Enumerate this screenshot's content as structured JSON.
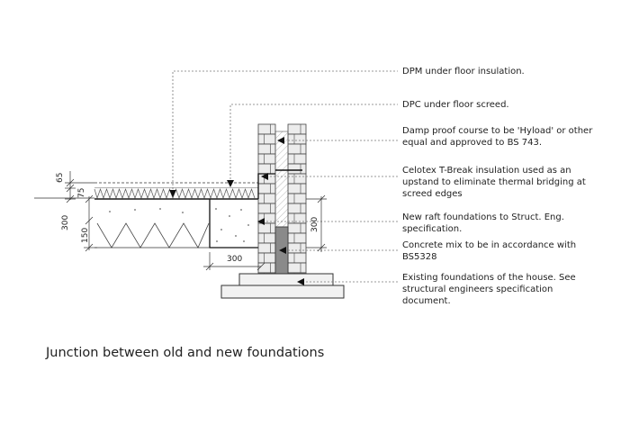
{
  "title": "Junction between old and new foundations",
  "notes": [
    "DPM under floor insulation.",
    "DPC under floor screed.",
    "Damp proof course to be 'Hyload' or other equal and approved to BS 743.",
    "Celotex T-Break insulation used as an upstand to eliminate thermal bridging at screed edges",
    "New raft foundations to Struct. Eng. specification.",
    "Concrete mix to be in accordance with BS5328",
    "Existing foundations of the house. See structural engineers specification document."
  ],
  "note_lines": [
    [
      "DPM under floor insulation."
    ],
    [
      "DPC under floor screed."
    ],
    [
      "Damp proof course to be 'Hyload' or other",
      "equal and approved to BS 743."
    ],
    [
      "Celotex T-Break insulation used as an",
      "upstand to eliminate thermal bridging at",
      "screed edges"
    ],
    [
      "New raft foundations to Struct. Eng.",
      "specification."
    ],
    [
      "Concrete mix to be in accordance with",
      "BS5328"
    ],
    [
      "Existing foundations of the house. See",
      "structural engineers specification",
      "document."
    ]
  ],
  "dimensions": {
    "d65": "65",
    "d75": "75",
    "d300_left": "300",
    "d150": "150",
    "d300_bottom": "300",
    "d300_right": "300"
  }
}
